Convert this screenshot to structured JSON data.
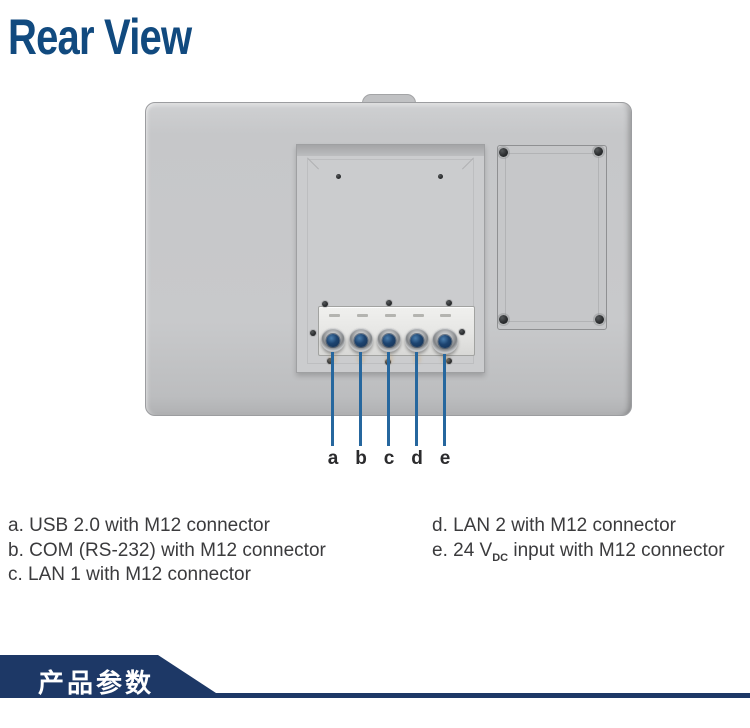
{
  "title": "Rear View",
  "diagram": {
    "connector_labels": [
      "a",
      "b",
      "c",
      "d",
      "e"
    ]
  },
  "legend": {
    "a": "a. USB 2.0 with M12 connector",
    "b": "b. COM (RS-232) with M12 connector",
    "c": "c. LAN 1 with M12 connector",
    "d": "d. LAN 2 with M12 connector",
    "e_pre": "e. 24 V",
    "e_sub": "DC",
    "e_post": " input with M12 connector"
  },
  "banner": {
    "label": "产品参数"
  },
  "colors": {
    "title_blue": "#114a7f",
    "banner_navy": "#1d3866",
    "leader_blue": "#26679e",
    "connector_plug_navy": "#122e50",
    "device_gray": "#c7c8ca"
  }
}
